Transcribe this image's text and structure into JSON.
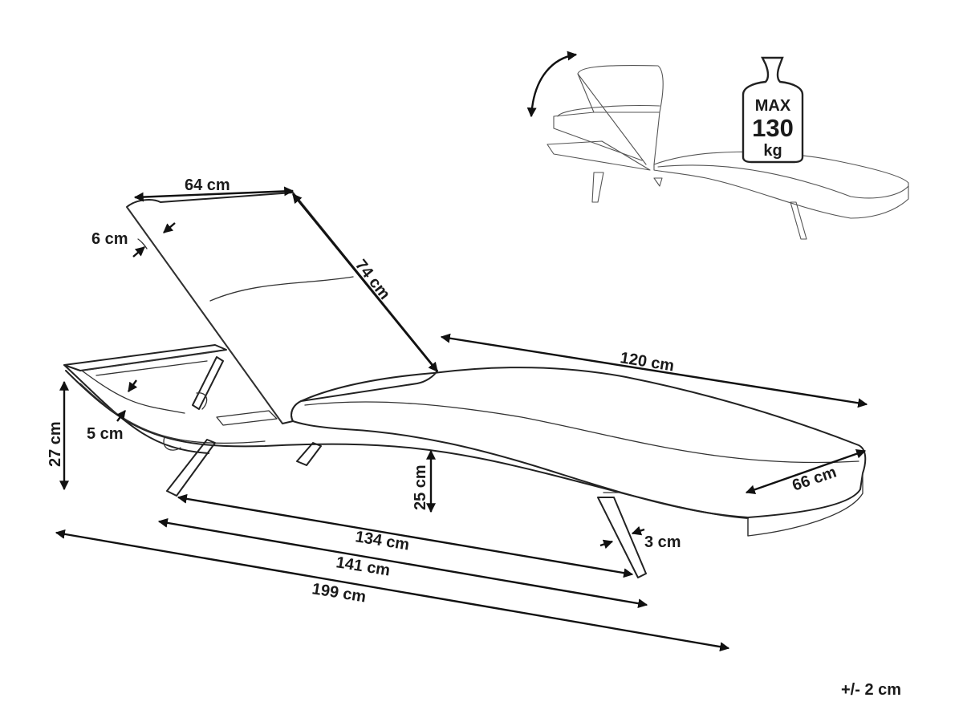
{
  "dimensions": {
    "backrest_width": "64 cm",
    "cushion_thickness": "6 cm",
    "backrest_length": "74 cm",
    "seat_length": "120 cm",
    "frame_thickness": "5 cm",
    "total_height": "27 cm",
    "seat_height": "25 cm",
    "width": "66 cm",
    "leg_thickness": "3 cm",
    "inner_length": "134 cm",
    "frame_length": "141 cm",
    "total_length": "199 cm"
  },
  "max_load": {
    "line1": "MAX",
    "line2": "130",
    "line3": "kg"
  },
  "tolerance": "+/- 2 cm"
}
